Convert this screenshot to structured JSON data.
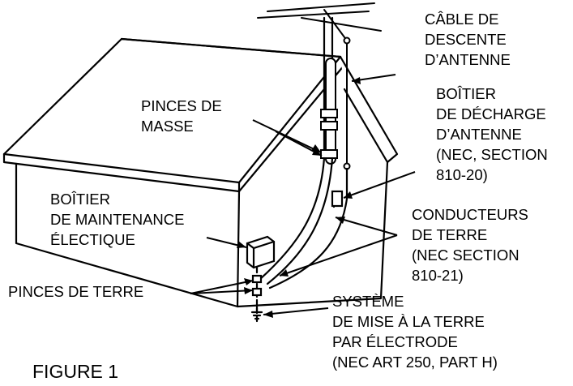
{
  "labels": {
    "antenna_lead_in_wire": [
      "CÂBLE DE",
      "DESCENTE",
      "D’ANTENNE"
    ],
    "ground_clamps_mass": [
      "PINCES DE",
      "MASSE"
    ],
    "antenna_discharge_unit": [
      "BOÎTIER",
      "DE DÉCHARGE",
      "D’ANTENNE",
      "(NEC, SECTION",
      "810-20)"
    ],
    "electric_service_box": [
      "BOÎTIER",
      "DE MAINTENANCE",
      "ÉLECTIQUE"
    ],
    "grounding_conductors": [
      "CONDUCTEURS",
      "DE TERRE",
      "(NEC SECTION",
      "810-21)"
    ],
    "ground_clamps_earth": [
      "PINCES DE TERRE"
    ],
    "electrode_system": [
      "SYSTÈME",
      "DE MISE À LA TERRE",
      "PAR ÉLECTRODE",
      "(NEC ART 250, PART H)"
    ]
  },
  "figure_caption": "FIGURE 1"
}
